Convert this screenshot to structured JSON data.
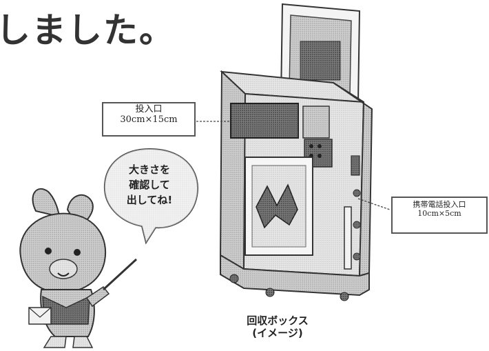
{
  "headline": {
    "text": "しました。"
  },
  "labels": {
    "slot": {
      "title": "投入口",
      "size": "30cm×15cm"
    },
    "phone_slot": {
      "title": "携帯電話投入口",
      "size": "10cm×5cm"
    }
  },
  "speech_bubble": {
    "lines": [
      "大きさを",
      "確認して",
      "出してね!"
    ]
  },
  "caption": {
    "line1": "回収ボックス",
    "line2": "(イメージ)"
  },
  "colors": {
    "outline": "#333333",
    "body_gray": "#bdbdbd",
    "dark_gray": "#555555",
    "light_gray": "#e0e0e0"
  }
}
